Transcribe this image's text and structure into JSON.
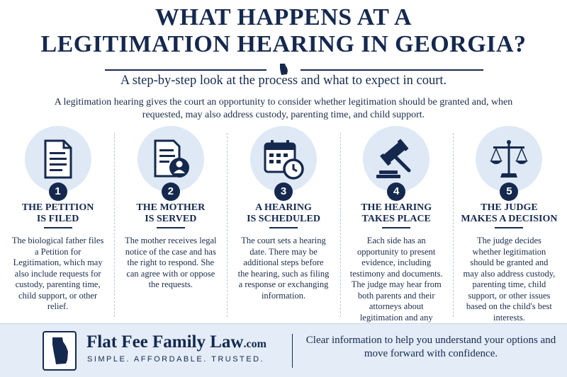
{
  "header": {
    "title_line1": "WHAT HAPPENS AT A",
    "title_line2": "LEGITIMATION HEARING IN GEORGIA?",
    "subtitle": "A step-by-step look at the process and what to expect in court.",
    "intro": "A legitimation hearing gives the court an opportunity to consider whether legitimation should be granted and, when requested, may also address custody, parenting time, and child support."
  },
  "steps": [
    {
      "number": "1",
      "icon": "document-icon",
      "title_line1": "THE PETITION",
      "title_line2": "IS FILED",
      "description": "The biological father files a Petition for Legitimation, which may also include requests for custody, parenting time, child support, or other relief."
    },
    {
      "number": "2",
      "icon": "document-person-icon",
      "title_line1": "THE MOTHER",
      "title_line2": "IS SERVED",
      "description": "The mother receives legal notice of the case and has the right to respond. She can agree with or oppose the requests."
    },
    {
      "number": "3",
      "icon": "calendar-clock-icon",
      "title_line1": "A HEARING",
      "title_line2": "IS SCHEDULED",
      "description": "The court sets a hearing date. There may be additional steps before the hearing, such as filing a response or exchanging information."
    },
    {
      "number": "4",
      "icon": "gavel-icon",
      "title_line1": "THE HEARING",
      "title_line2": "TAKES PLACE",
      "description": "Each side has an opportunity to present evidence, including testimony and documents. The judge may hear from both parents and their attorneys about legitimation and any related issues."
    },
    {
      "number": "5",
      "icon": "scales-icon",
      "title_line1": "THE JUDGE",
      "title_line2": "MAKES A DECISION",
      "description": "The judge decides whether legitimation should be granted and may also address custody, parenting time, child support, or other issues based on the child's best interests."
    }
  ],
  "footer": {
    "brand": "Flat Fee Family Law",
    "brand_suffix": ".com",
    "tagline": "SIMPLE. AFFORDABLE. TRUSTED.",
    "message": "Clear information to help you understand your options and move forward with confidence."
  },
  "colors": {
    "navy": "#15294f",
    "light_blue": "#dfe9f5",
    "footer_bg": "#e3ecf7"
  }
}
